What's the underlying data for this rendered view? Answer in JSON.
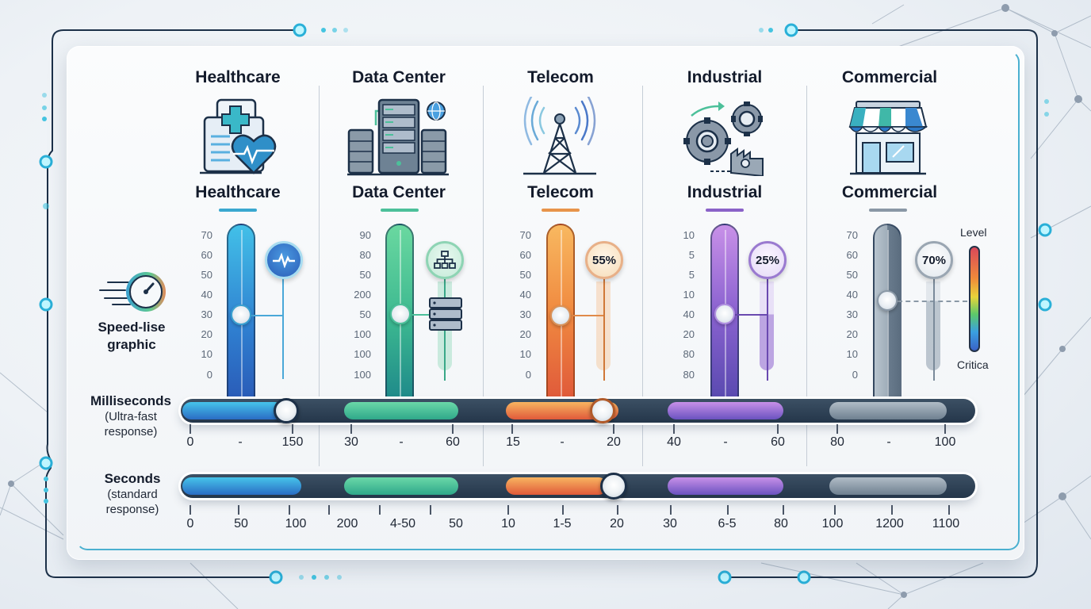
{
  "speed_graphic": {
    "label_line1": "Speed-lise",
    "label_line2": "graphic",
    "icon": "speedometer-icon"
  },
  "categories": [
    {
      "id": "healthcare",
      "title": "Healthcare",
      "subtitle": "Healthcare",
      "icon": "hospital-heart-icon",
      "color": "#2f9fd6",
      "color_dark": "#2a5fb8",
      "underline": "#3aa8d0",
      "scale": [
        "70",
        "60",
        "50",
        "40",
        "30",
        "20",
        "10",
        "0"
      ],
      "badge": "pulse-icon",
      "badge_text": ""
    },
    {
      "id": "data-center",
      "title": "Data Center",
      "subtitle": "Data Center",
      "icon": "server-rack-icon",
      "color": "#4cc894",
      "color_dark": "#1f8a8a",
      "underline": "#4cc09a",
      "scale": [
        "90",
        "80",
        "50",
        "200",
        "50",
        "100",
        "100",
        "100"
      ],
      "badge": "network-icon",
      "badge_text": ""
    },
    {
      "id": "telecom",
      "title": "Telecom",
      "subtitle": "Telecom",
      "icon": "cell-tower-icon",
      "color": "#f5a54a",
      "color_dark": "#e05a3a",
      "underline": "#e8944a",
      "scale": [
        "70",
        "60",
        "50",
        "40",
        "30",
        "20",
        "10",
        "0"
      ],
      "badge": "percent",
      "badge_text": "55%"
    },
    {
      "id": "industrial",
      "title": "Industrial",
      "subtitle": "Industrial",
      "icon": "gears-factory-icon",
      "color": "#b47ae0",
      "color_dark": "#5a4ab0",
      "underline": "#8a62c8",
      "scale": [
        "10",
        "5",
        "5",
        "10",
        "40",
        "20",
        "80",
        "80"
      ],
      "badge": "percent",
      "badge_text": "25%"
    },
    {
      "id": "commercial",
      "title": "Commercial",
      "subtitle": "Commercial",
      "icon": "storefront-icon",
      "color": "#aab6c2",
      "color_dark": "#5c6e80",
      "underline": "#8a98a6",
      "scale": [
        "70",
        "60",
        "50",
        "40",
        "30",
        "20",
        "10",
        "0"
      ],
      "badge": "percent",
      "badge_text": "70%"
    }
  ],
  "legend": {
    "top": "Level",
    "bottom": "Critica"
  },
  "rows": [
    {
      "id": "milliseconds",
      "label": "Milliseconds",
      "sub1": "(Ultra-fast",
      "sub2": "response)",
      "ticks": [
        [
          "0",
          "-",
          "150"
        ],
        [
          "30",
          "-",
          "60"
        ],
        [
          "15",
          "-",
          "20"
        ],
        [
          "40",
          "-",
          "60"
        ],
        [
          "80",
          "-",
          "100"
        ]
      ]
    },
    {
      "id": "seconds",
      "label": "Seconds",
      "sub1": "(standard",
      "sub2": "response)",
      "ticks": [
        [
          "0",
          "50",
          "100"
        ],
        [
          "200",
          "4-50",
          "50"
        ],
        [
          "10",
          "1-5",
          "20"
        ],
        [
          "30",
          "6-5",
          "80"
        ],
        [
          "100",
          "1200",
          "1100"
        ]
      ]
    }
  ],
  "chart_data": {
    "type": "table",
    "title": "Response time ranges by sector",
    "categories": [
      "Healthcare",
      "Data Center",
      "Telecom",
      "Industrial",
      "Commercial"
    ],
    "vertical_gauges": {
      "Healthcare": {
        "scale": [
          70,
          60,
          50,
          40,
          30,
          20,
          10,
          0
        ],
        "marker": 30
      },
      "Data Center": {
        "scale": [
          90,
          80,
          50,
          200,
          50,
          100,
          100,
          100
        ],
        "marker": 50
      },
      "Telecom": {
        "scale": [
          70,
          60,
          50,
          40,
          30,
          20,
          10,
          0
        ],
        "marker": 30,
        "badge": "55%"
      },
      "Industrial": {
        "scale": [
          10,
          5,
          5,
          10,
          40,
          20,
          80,
          80
        ],
        "marker": 40,
        "badge": "25%"
      },
      "Commercial": {
        "scale": [
          70,
          60,
          50,
          40,
          30,
          20,
          10,
          0
        ],
        "marker": 37,
        "badge": "70%"
      }
    },
    "series": [
      {
        "name": "Milliseconds (Ultra-fast response)",
        "ranges": [
          [
            "0",
            "150"
          ],
          [
            "30",
            "60"
          ],
          [
            "15",
            "20"
          ],
          [
            "40",
            "60"
          ],
          [
            "80",
            "100"
          ]
        ]
      },
      {
        "name": "Seconds (standard response)",
        "ticks": [
          [
            "0",
            "50",
            "100"
          ],
          [
            "200",
            "4-50",
            "50"
          ],
          [
            "10",
            "1-5",
            "20"
          ],
          [
            "30",
            "6-5",
            "80"
          ],
          [
            "100",
            "1200",
            "1100"
          ]
        ]
      }
    ],
    "legend": [
      "Level",
      "Critica"
    ]
  }
}
